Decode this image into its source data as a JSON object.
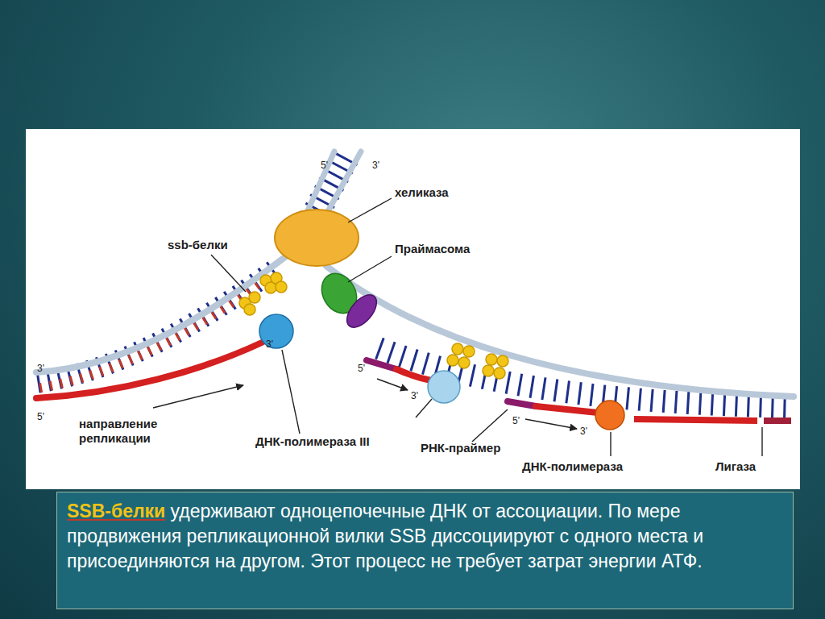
{
  "diagram": {
    "nodes": [
      {
        "text": [
          "SSB-белки",
          "удерживают одноцепочечные ДНК от ассоциации. По мере продвижения репликационной вилки SSB диссоциируют с одного места и присоединяются на другом. Этот процесс не требует затрат энергии АТФ."
        ]
      }
    ],
    "labels": [
      "5'",
      "3'",
      "хеликаза",
      "ssb-белки",
      "Праймасома",
      "3'",
      "3'",
      "5'",
      "5'",
      "3'",
      "5'",
      "3'",
      "направление репликации",
      "ДНК-полимераза III",
      "РНК-праймер",
      "ДНК-полимераза",
      "Лигаза"
    ]
  }
}
